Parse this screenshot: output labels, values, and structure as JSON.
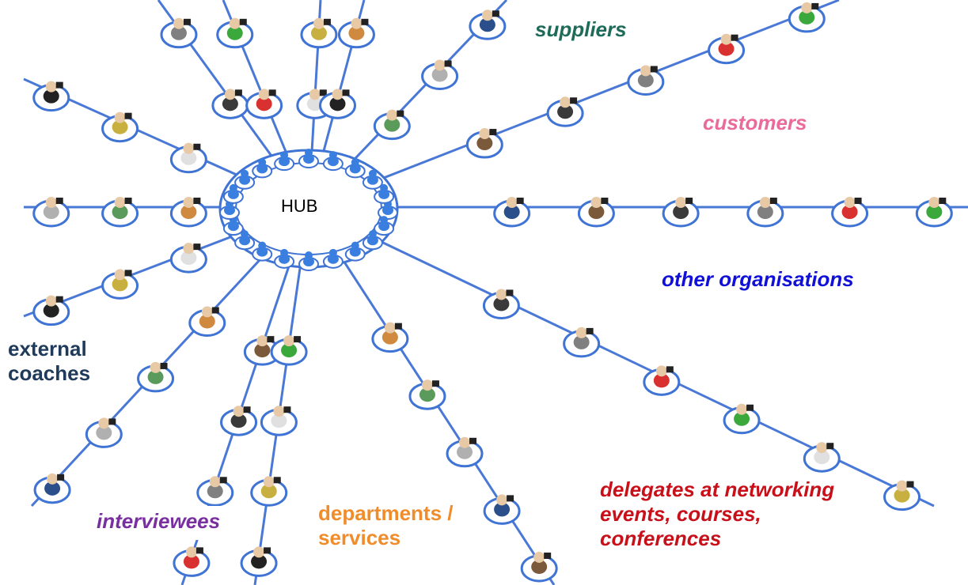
{
  "diagram": {
    "hub_label": "HUB",
    "labels": {
      "suppliers": {
        "text": "suppliers",
        "color": "#1f6b5a"
      },
      "customers": {
        "text": "customers",
        "color": "#ea6a9a"
      },
      "other_organisations": {
        "text": "other organisations",
        "color": "#1010d8"
      },
      "external_coaches": {
        "lines": [
          "external",
          "coaches"
        ],
        "color": "#1f3a5a"
      },
      "interviewees": {
        "text": "interviewees",
        "color": "#7a2fa0"
      },
      "departments_services": {
        "lines": [
          "departments /",
          "services"
        ],
        "color": "#f08c2a"
      },
      "delegates": {
        "lines": [
          "delegates at networking",
          "events, courses,",
          "conferences"
        ],
        "color": "#c8101a"
      }
    },
    "colors": {
      "line": "#4a78d6",
      "ring": "#3f73d4",
      "hub_figure": "#3a7fe0",
      "figure_head": "#e8c9a6"
    },
    "figure_shirt_colors": [
      "#3a3a3a",
      "#808080",
      "#d93030",
      "#3aa83a",
      "#e0e0e0",
      "#c8b040",
      "#222222",
      "#d08a40",
      "#5a9a5a",
      "#b0b0b0",
      "#2a4f8a",
      "#7a5a3a"
    ]
  }
}
